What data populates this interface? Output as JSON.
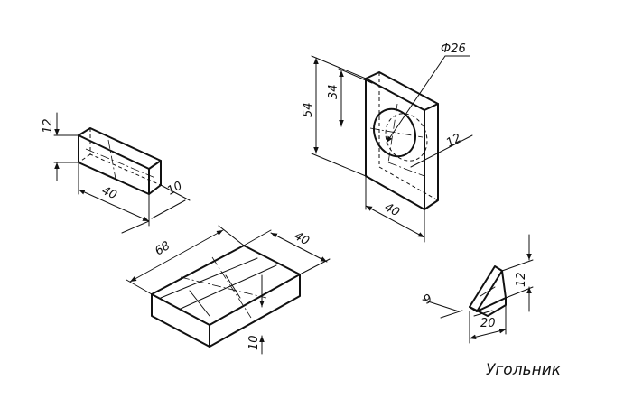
{
  "caption": "Угольник",
  "bar": {
    "height": "12",
    "length": "40",
    "depth": "10"
  },
  "block": {
    "height": "54",
    "hole_offset": "34",
    "hole_diameter": "Ф26",
    "thickness": "12",
    "width": "40"
  },
  "plate": {
    "length": "68",
    "width": "40",
    "thickness": "10"
  },
  "bracket": {
    "height": "12",
    "side": "9",
    "length": "20"
  }
}
